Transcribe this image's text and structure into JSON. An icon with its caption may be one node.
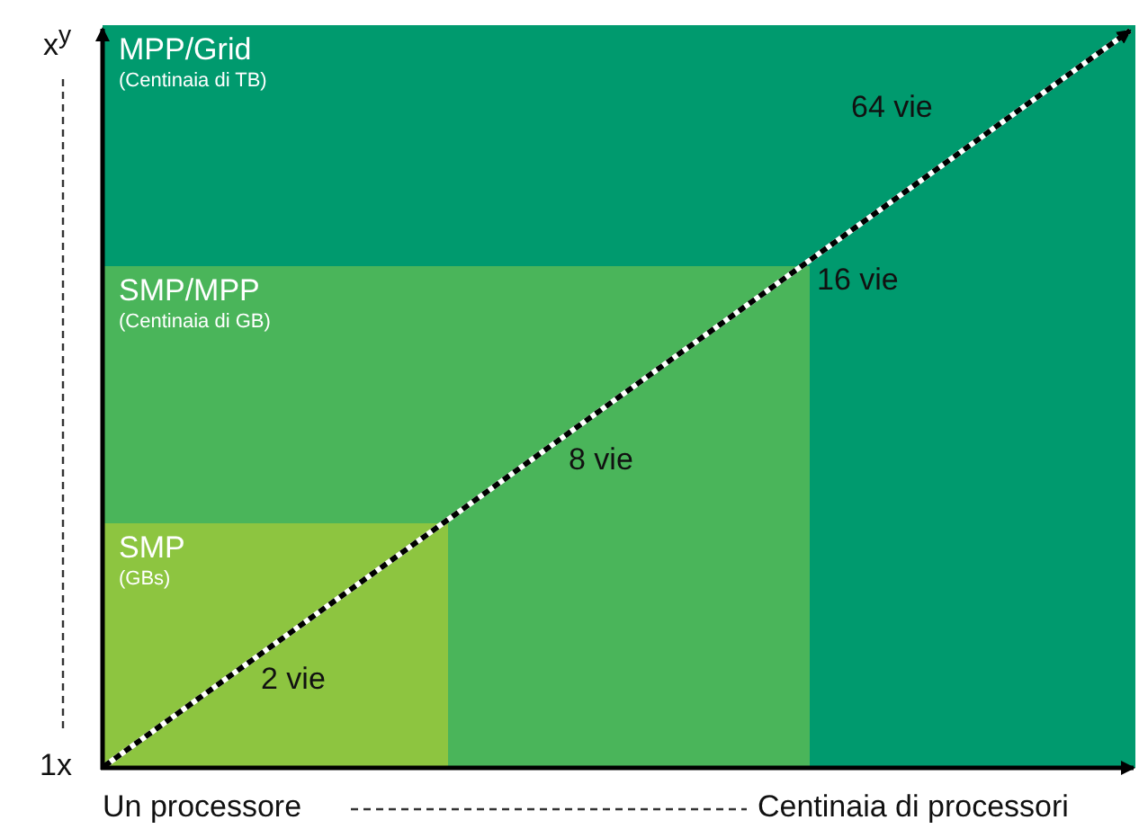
{
  "diagram": {
    "nodes": [
      {
        "text": [
          "MPP/Grid",
          "(Centinaia di TB)"
        ]
      },
      {
        "text": [
          "SMP/MPP",
          "(Centinaia di GB)"
        ],
        "in": 0
      },
      {
        "text": [
          "SMP",
          "(GBs)"
        ],
        "in": 1
      }
    ],
    "labels": [
      "x$^{y}$",
      "64 vie",
      "16 vie",
      "8 vie",
      "2 vie",
      "1x",
      "Un processore",
      "Centinaia di processori"
    ]
  }
}
